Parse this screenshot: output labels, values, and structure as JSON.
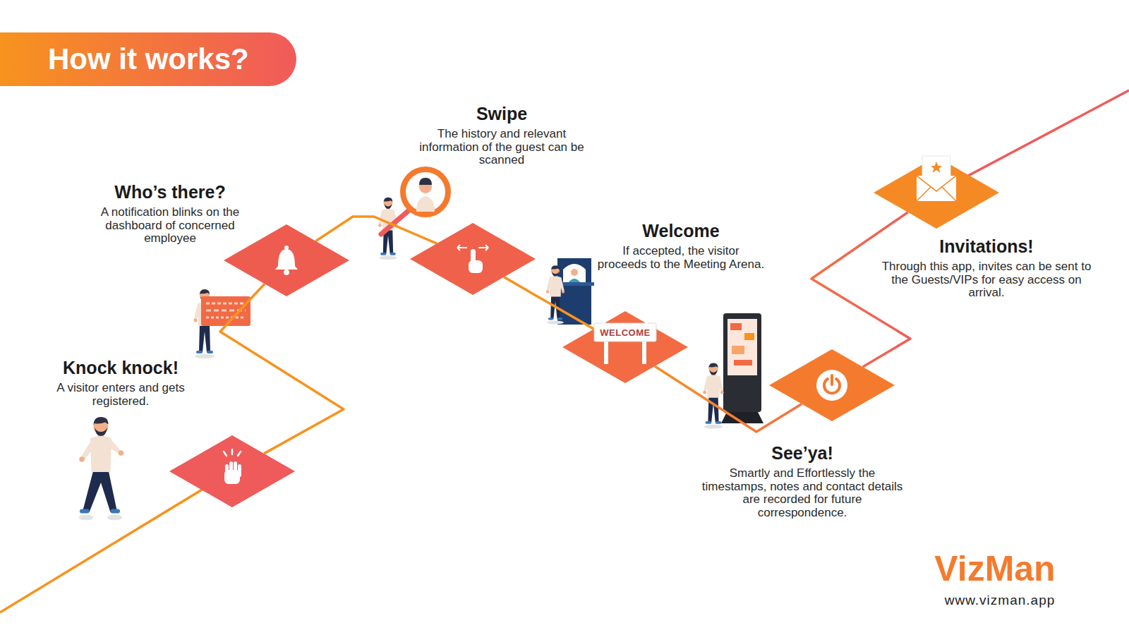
{
  "diagram": {
    "title": "How it works?",
    "nodes": [
      {
        "text": [
          "Knock knock!",
          "A visitor enters and gets registered."
        ]
      },
      {
        "text": [
          "Who’s there?",
          "A notification blinks on the dashboard of concerned employee"
        ]
      },
      {
        "text": [
          "Swipe",
          "The history and relevant information of the guest can be scanned"
        ]
      },
      {
        "text": [
          "Welcome",
          "If accepted, the visitor proceeds to the Meeting Arena."
        ]
      },
      {
        "text": [
          "See’ya!",
          "Smartly and Effortlessly the timestamps, notes and contact details are recorded for future correspondence."
        ]
      },
      {
        "text": [
          "Invitations!",
          "Through this app, invites can be sent to the Guests/VIPs for easy access on arrival."
        ]
      }
    ],
    "edges": [
      {
        "from": 0,
        "to": 1,
        "arrow": "none"
      },
      {
        "from": 1,
        "to": 2,
        "arrow": "none"
      },
      {
        "from": 2,
        "to": 3,
        "arrow": "none"
      },
      {
        "from": 3,
        "to": 4,
        "arrow": "none"
      },
      {
        "from": 4,
        "to": 5,
        "arrow": "none"
      }
    ],
    "labels": [
      "WELCOME",
      "VizMan",
      "www.vizman.app"
    ]
  }
}
